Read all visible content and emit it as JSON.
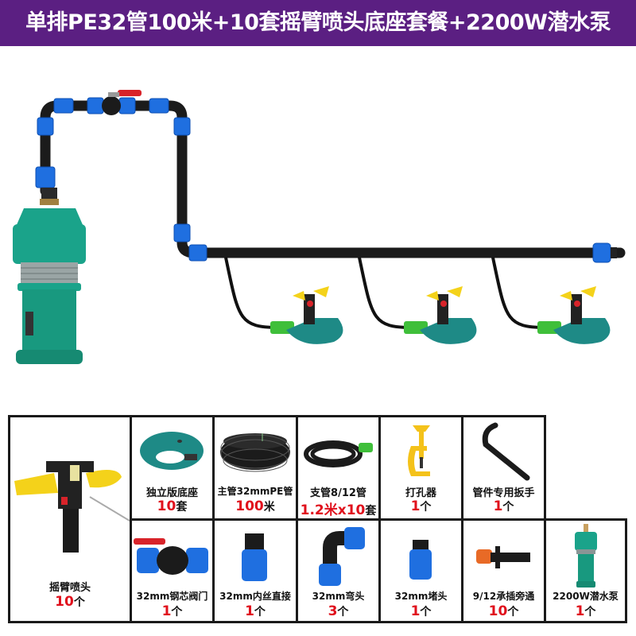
{
  "banner": {
    "title": "单排PE32管100米+10套摇臂喷头底座套餐+2200W潜水泵",
    "background": "#5b1f82"
  },
  "scene": {
    "description": "Submersible pump connected via PE32 pipe with ball valve and elbows to a main line feeding three rocker-arm sprinklers on bases",
    "sprinkler_count": 3
  },
  "components": [
    {
      "id": "rocker-sprinkler",
      "label": "摇臂喷头",
      "qty_num": "10",
      "qty_unit": "个",
      "icon": "rocker-arm-sprinkler-icon"
    },
    {
      "id": "base",
      "label": "独立版底座",
      "qty_num": "10",
      "qty_unit": "套",
      "icon": "sprinkler-base-icon"
    },
    {
      "id": "main-pipe",
      "label": "主管32mmPE管",
      "qty_num": "100",
      "qty_unit": "米",
      "icon": "pipe-coil-icon"
    },
    {
      "id": "branch-pipe",
      "label": "支管8/12管",
      "qty_num": "1.2米x10",
      "qty_unit": "套",
      "icon": "hose-coil-icon"
    },
    {
      "id": "hole-punch",
      "label": "打孔器",
      "qty_num": "1",
      "qty_unit": "个",
      "icon": "hole-punch-icon"
    },
    {
      "id": "wrench",
      "label": "管件专用扳手",
      "qty_num": "1",
      "qty_unit": "个",
      "icon": "hook-wrench-icon"
    },
    {
      "id": "valve",
      "label": "32mm钢芯阀门",
      "qty_num": "1",
      "qty_unit": "个",
      "icon": "ball-valve-icon"
    },
    {
      "id": "female-coupling",
      "label": "32mm内丝直接",
      "qty_num": "1",
      "qty_unit": "个",
      "icon": "threaded-coupling-icon"
    },
    {
      "id": "elbow",
      "label": "32mm弯头",
      "qty_num": "3",
      "qty_unit": "个",
      "icon": "elbow-fitting-icon"
    },
    {
      "id": "end-cap",
      "label": "32mm堵头",
      "qty_num": "1",
      "qty_unit": "个",
      "icon": "end-cap-icon"
    },
    {
      "id": "bypass",
      "label": "9/12承插旁通",
      "qty_num": "10",
      "qty_unit": "个",
      "icon": "bypass-connector-icon"
    },
    {
      "id": "pump",
      "label": "2200W潜水泵",
      "qty_num": "1",
      "qty_unit": "个",
      "icon": "submersible-pump-icon"
    }
  ],
  "colors": {
    "pipe": "#1b1b1b",
    "fitting_blue": "#1f6fe0",
    "pump_green": "#1aa38a",
    "base_teal": "#1e8a86",
    "sprinkler_yellow": "#f4d21a",
    "valve_red": "#d8232a",
    "qty_red": "#e0101c",
    "hose_green": "#3fbf3a",
    "bypass_orange": "#e86a26"
  }
}
